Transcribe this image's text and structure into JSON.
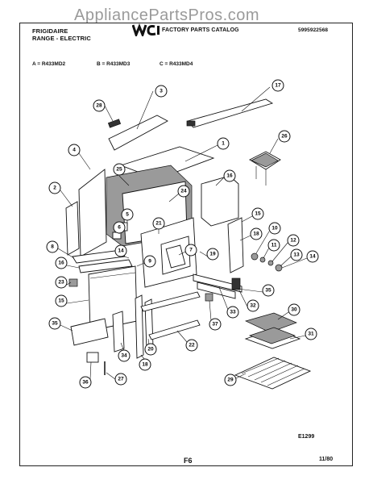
{
  "watermark": "AppliancePartsPros.com",
  "header": {
    "brand": "FRIGIDAIRE",
    "product": "RANGE - ELECTRIC",
    "catalog_title": "FACTORY PARTS CATALOG",
    "catalog_number": "5995922568"
  },
  "models": {
    "a": "A = R433MD2",
    "b": "B = R433MD3",
    "c": "C = R433MD4"
  },
  "callouts": [
    "1",
    "2",
    "3",
    "4",
    "5",
    "6",
    "7",
    "8",
    "9",
    "10",
    "11",
    "12",
    "13",
    "14",
    "15",
    "16",
    "17",
    "18",
    "19",
    "20",
    "21",
    "22",
    "23",
    "24",
    "25",
    "26",
    "27",
    "28",
    "29",
    "30",
    "31",
    "32",
    "33",
    "34",
    "35",
    "36",
    "37"
  ],
  "footer": {
    "code": "E1299",
    "page": "F6",
    "date": "11/80"
  }
}
